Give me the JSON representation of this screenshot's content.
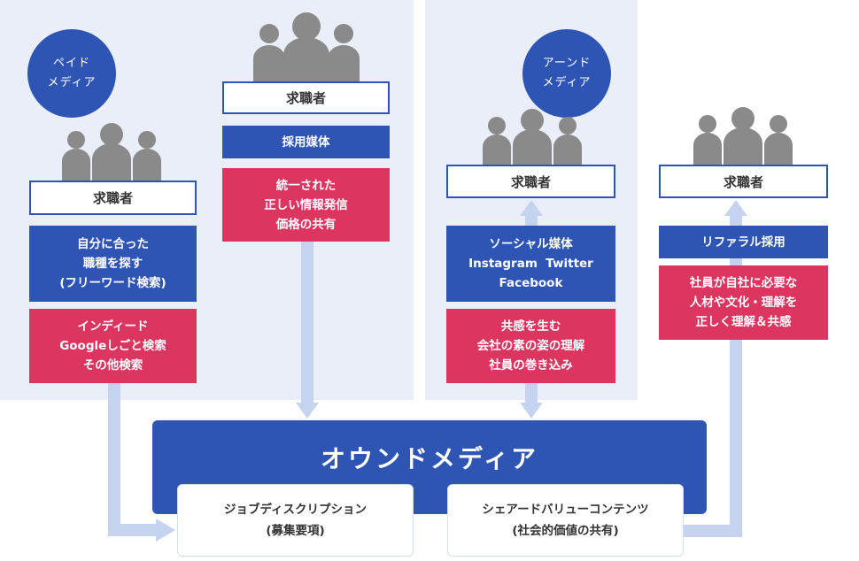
{
  "paid": {
    "circle": [
      "ペイド",
      "メディア"
    ],
    "seeker": "求職者",
    "blue": [
      "自分に合った",
      "職種を探す",
      "(フリーワード検索)"
    ],
    "red": [
      "インディード",
      "Googleしごと検索",
      "その他検索"
    ]
  },
  "center": {
    "seeker": "求職者",
    "blue": "採用媒体",
    "red": [
      "統一された",
      "正しい情報発信",
      "価格の共有"
    ]
  },
  "earned": {
    "circle": [
      "アーンド",
      "メディア"
    ],
    "seeker": "求職者",
    "blue": [
      "ソーシャル媒体",
      "Instagram  Twitter",
      "Facebook"
    ],
    "red": [
      "共感を生む",
      "会社の素の姿の理解",
      "社員の巻き込み"
    ]
  },
  "referral": {
    "seeker": "求職者",
    "blue": "リファラル採用",
    "red": [
      "社員が自社に必要な",
      "人材や文化・理解を",
      "正しく理解＆共感"
    ]
  },
  "owned": {
    "title": "オウンドメディア",
    "card1": [
      "ジョブディスクリプション",
      "(募集要項)"
    ],
    "card2": [
      "シェアードバリューコンテンツ",
      "(社会的価値の共有)"
    ]
  },
  "colors": {
    "blue": "#2f55b4",
    "red": "#dc3560",
    "panel": "#e9eef8",
    "arrow": "#c5d3ee",
    "people": "#8a8a8a"
  }
}
